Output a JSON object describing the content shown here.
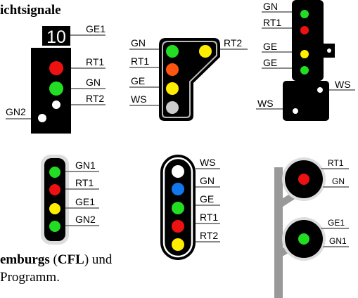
{
  "heading": "ichtsignale",
  "caption": {
    "line1_bold1": "emburgs",
    "line1_text1": " (",
    "line1_bold2": "CFL",
    "line1_text2": ") und",
    "line2": "Programm."
  },
  "signal1": {
    "plate": "10",
    "labels": {
      "ge1": "GE1",
      "rt1": "RT1",
      "gn": "GN",
      "rt2": "RT2",
      "gn2": "GN2"
    }
  },
  "signal2": {
    "labels": {
      "gn": "GN",
      "rt1": "RT1",
      "ge": "GE",
      "ws": "WS",
      "rt2": "RT2"
    }
  },
  "signal3": {
    "labels": {
      "gn": "GN",
      "rt1": "RT1",
      "ge": "GE",
      "ge2": "GE",
      "ws_right": "WS",
      "ws_left": "WS"
    }
  },
  "signal4": {
    "labels": {
      "gn1": "GN1",
      "rt1": "RT1",
      "ge1": "GE1",
      "gn2": "GN2"
    }
  },
  "signal5": {
    "labels": {
      "ws": "WS",
      "gn": "GN",
      "ge": "GE",
      "rt1": "RT1",
      "rt2": "RT2"
    }
  },
  "signal6": {
    "labels": {
      "rt1": "RT1",
      "gn": "GN",
      "ge1": "GE1",
      "gn1": "GN1"
    }
  },
  "colors": {
    "green": "#22dd22",
    "red": "#ee1111",
    "yellow": "#ffee00",
    "orange": "#ff5511",
    "white": "#ffffff",
    "grey_lamp": "#cccccc",
    "blue": "#1177ee",
    "body": "#000000",
    "mast": "#999999"
  }
}
